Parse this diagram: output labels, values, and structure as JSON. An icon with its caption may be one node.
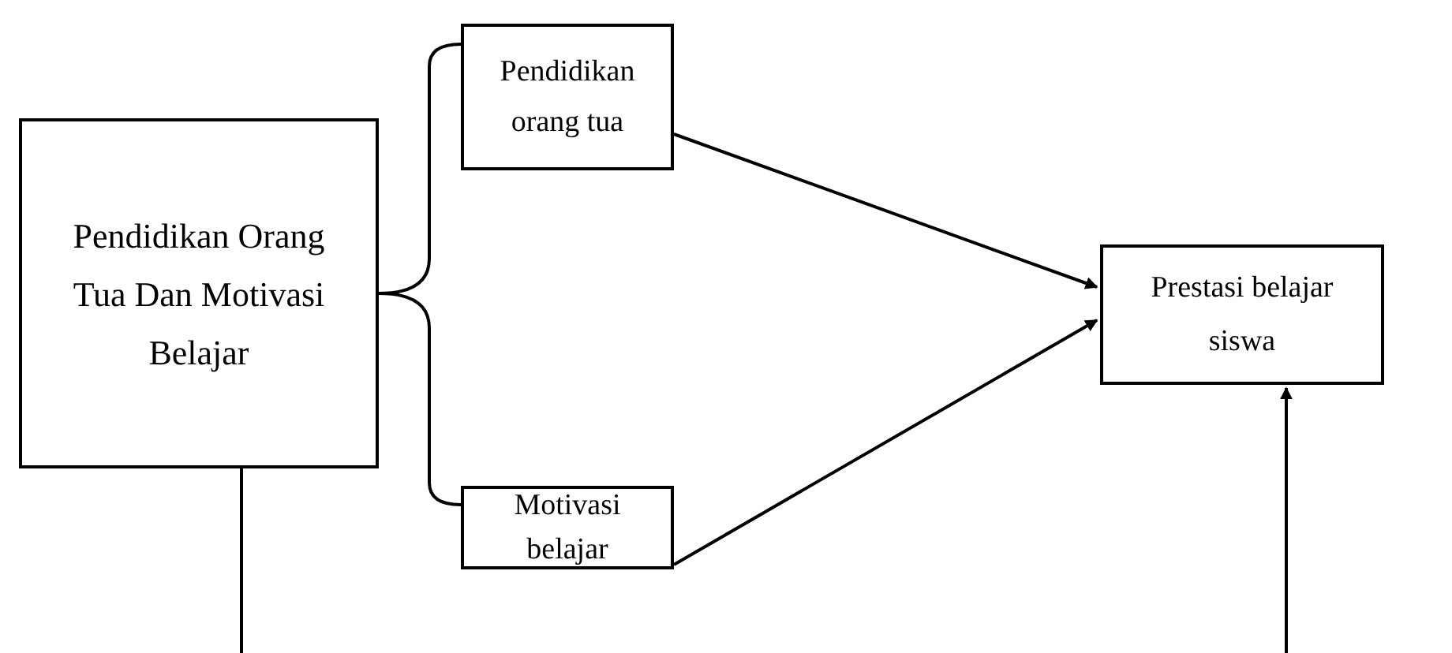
{
  "diagram": {
    "nodes": [
      {
        "text": [
          "Pendidikan Orang Tua Dan Motivasi Belajar"
        ]
      },
      {
        "text": [
          "Pendidikan orang tua"
        ]
      },
      {
        "text": [
          "Motivasi belajar"
        ]
      },
      {
        "text": [
          "Prestasi belajar siswa"
        ]
      }
    ],
    "edges": [
      {
        "from": 0,
        "to": 1,
        "arrow": "none"
      },
      {
        "from": 0,
        "to": 2,
        "arrow": "none"
      },
      {
        "from": 1,
        "to": 3,
        "arrow": "to"
      },
      {
        "from": 2,
        "to": 3,
        "arrow": "to"
      },
      {
        "from": 0,
        "to": null,
        "arrow": "none"
      },
      {
        "from": null,
        "to": 3,
        "arrow": "to"
      }
    ]
  }
}
